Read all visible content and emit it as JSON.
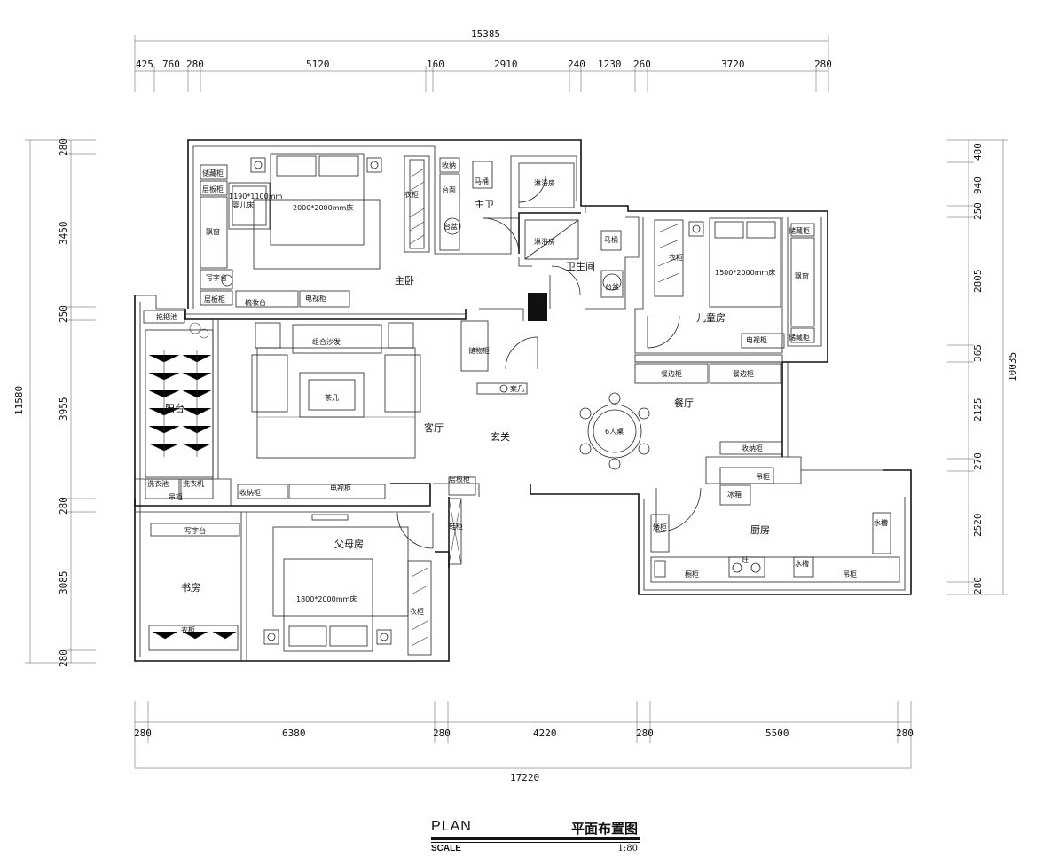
{
  "dimensions": {
    "top_total": "15385",
    "top_segments": [
      "425",
      "760",
      "280",
      "5120",
      "160",
      "2910",
      "240",
      "1230",
      "260",
      "3720",
      "280"
    ],
    "bottom_total": "17220",
    "bottom_segments": [
      "280",
      "6380",
      "280",
      "4220",
      "280",
      "5500",
      "280"
    ],
    "left_total": "11580",
    "left_segments": [
      "280",
      "3450",
      "250",
      "3955",
      "280",
      "3085",
      "280"
    ],
    "right_total": "10035",
    "right_segments": [
      "480",
      "940",
      "250",
      "2805",
      "365",
      "2125",
      "270",
      "2520",
      "280"
    ]
  },
  "rooms": {
    "master_bedroom": "主卧",
    "master_bath": "主卫",
    "bathroom": "卫生间",
    "kids_room": "儿童房",
    "living_room": "客厅",
    "foyer": "玄关",
    "dining_room": "餐厅",
    "balcony": "阳台",
    "study": "书房",
    "parents_room": "父母房",
    "kitchen": "厨房"
  },
  "labels": {
    "storage_cabinet_1": "储藏柜",
    "shelf_cabinet_1": "层板柜",
    "crib": "1190*1100mm",
    "crib_name": "婴儿床",
    "bay_window_1": "飘窗",
    "desk_1": "写字台",
    "shelf_cabinet_2": "层板柜",
    "vanity": "梳妆台",
    "tv_cabinet_1": "电视柜",
    "bed_master": "2000*2000mm床",
    "wardrobe_1": "衣柜",
    "storage_rack": "收纳",
    "counter": "台面",
    "toilet_1": "马桶",
    "basin_1": "台盆",
    "shower_1": "淋浴房",
    "shower_2": "淋浴房",
    "toilet_2": "马桶",
    "basin_2": "台盆",
    "wardrobe_2": "衣柜",
    "bed_kids": "1500*2000mm床",
    "storage_cabinet_2": "储藏柜",
    "bay_window_2": "飘窗",
    "storage_cabinet_3": "储藏柜",
    "tv_cabinet_2": "电视柜",
    "mop_pool": "拖把池",
    "sofa": "组合沙发",
    "coffee_table": "茶几",
    "storage_shelf": "储物柜",
    "side_table": "案几",
    "sideboard_1": "餐边柜",
    "sideboard_2": "餐边柜",
    "table_6": "6人桌",
    "storage_cabinet_4": "收纳柜",
    "laundry_pool": "洗衣池",
    "washer": "洗衣机",
    "hanging_cabinet_1": "吊柜",
    "storage_cabinet_5": "收纳柜",
    "tv_cabinet_3": "电视柜",
    "shelf_cabinet_3": "层板柜",
    "shoe_cabinet": "鞋柜",
    "hanging_cabinet_2": "吊柜",
    "fridge": "冰箱",
    "broom_cabinet": "矮柜",
    "sink": "水槽",
    "floor_cabinet": "橱柜",
    "stove": "灶",
    "sink_2": "水槽",
    "hanging_cabinet_3": "吊柜",
    "desk_2": "写字台",
    "wardrobe_3": "衣柜",
    "bed_parents": "1800*2000mm床",
    "wardrobe_4": "衣柜"
  },
  "title_block": {
    "plan": "PLAN",
    "title_cn": "平面布置图",
    "scale_label": "SCALE",
    "scale_value": "1:80"
  }
}
